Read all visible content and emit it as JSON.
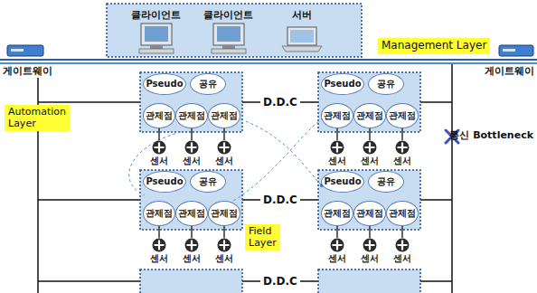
{
  "diagram": {
    "nodes": [
      {
        "text": [
          "Management Layer"
        ]
      },
      {
        "text": [
          "Pseudo"
        ]
      },
      {
        "text": [
          "공유"
        ]
      },
      {
        "text": [
          "관제점"
        ]
      },
      {
        "text": [
          "관제점"
        ]
      },
      {
        "text": [
          "관제점"
        ]
      },
      {
        "text": [
          "Pseudo"
        ]
      },
      {
        "text": [
          "공유"
        ]
      },
      {
        "text": [
          "관제점"
        ]
      },
      {
        "text": [
          "관제점"
        ]
      },
      {
        "text": [
          "관제점"
        ]
      },
      {
        "text": [
          "Automation Layer"
        ]
      },
      {
        "text": [
          "센서"
        ]
      },
      {
        "text": [
          "센서"
        ]
      },
      {
        "text": [
          "센서"
        ]
      },
      {
        "text": [
          "센서"
        ]
      },
      {
        "text": [
          "센서"
        ]
      },
      {
        "text": [
          "센서"
        ]
      },
      {
        "text": [
          "Pseudo"
        ]
      },
      {
        "text": [
          "공유"
        ]
      },
      {
        "text": [
          "관제점"
        ]
      },
      {
        "text": [
          "관제점"
        ]
      },
      {
        "text": [
          "관제점"
        ]
      },
      {
        "text": [
          "Pseudo"
        ]
      },
      {
        "text": [
          "공유"
        ]
      },
      {
        "text": [
          "관제점"
        ]
      },
      {
        "text": [
          "관제점"
        ]
      },
      {
        "text": [
          "관제점"
        ]
      },
      {
        "text": [
          "Field Layer"
        ]
      },
      {
        "text": [
          "센서"
        ]
      },
      {
        "text": [
          "센서"
        ]
      },
      {
        "text": [
          "센서"
        ]
      },
      {
        "text": [
          "센서"
        ]
      },
      {
        "text": [
          "센서"
        ]
      },
      {
        "text": [
          "센서"
        ]
      }
    ],
    "edges": [
      {
        "from": 3,
        "to": 12,
        "arrow": "none"
      },
      {
        "from": 4,
        "to": 13,
        "arrow": "none"
      },
      {
        "from": 5,
        "to": 14,
        "arrow": "none"
      },
      {
        "from": 8,
        "to": 15,
        "arrow": "none"
      },
      {
        "from": 9,
        "to": 16,
        "arrow": "none"
      },
      {
        "from": 10,
        "to": 17,
        "arrow": "none"
      },
      {
        "from": 20,
        "to": 29,
        "arrow": "none"
      },
      {
        "from": 21,
        "to": 30,
        "arrow": "none"
      },
      {
        "from": 22,
        "to": 31,
        "arrow": "none"
      },
      {
        "from": 25,
        "to": 32,
        "arrow": "none"
      },
      {
        "from": 26,
        "to": 33,
        "arrow": "none"
      },
      {
        "from": 27,
        "to": 34,
        "arrow": "none"
      }
    ],
    "labels": [
      "클라이언트",
      "클라이언트",
      "서버",
      "게이트웨이",
      "게이트웨이",
      "D.D.C",
      "D.D.C",
      "D.D.C",
      "통신 Bottleneck"
    ]
  }
}
